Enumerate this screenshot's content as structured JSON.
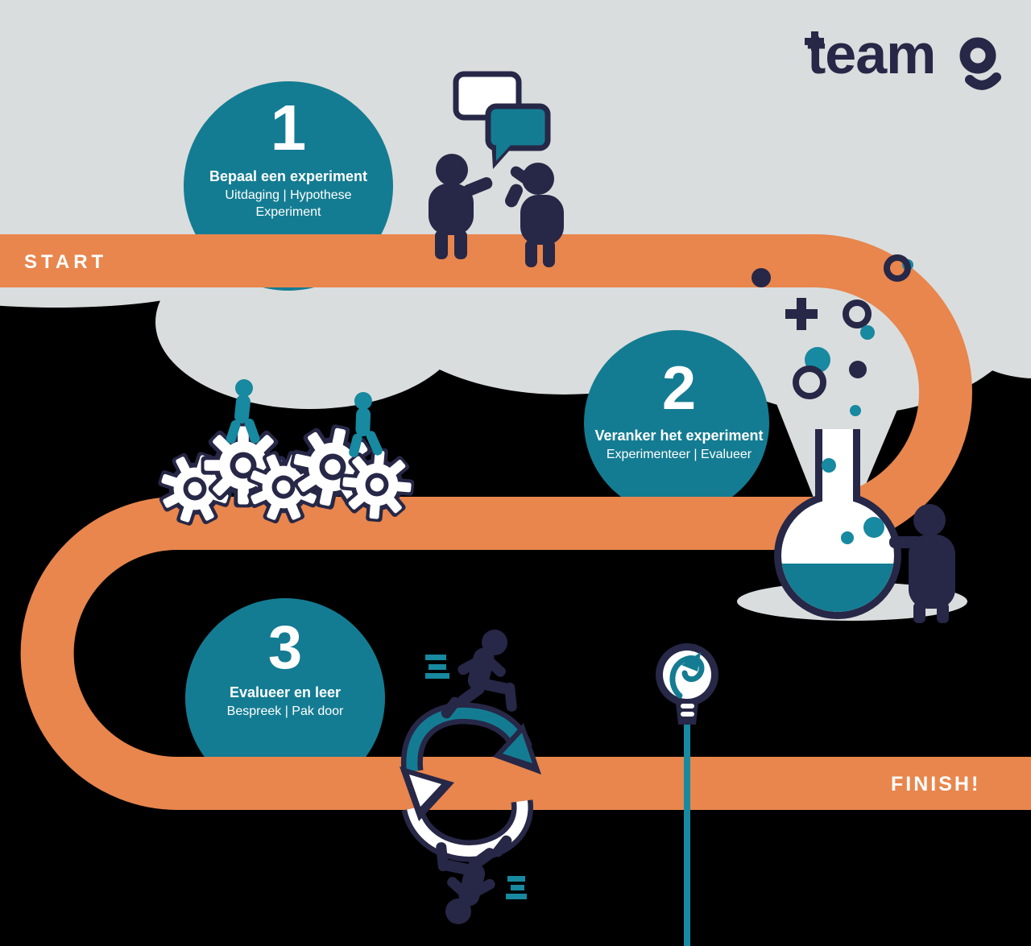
{
  "title": "teamQ experiment process infographic",
  "colors": {
    "orange": "#E8864D",
    "teal": "#147C92",
    "teal_bright": "#1789A0",
    "navy": "#272747",
    "gray": "#DADDDD",
    "black": "#000000",
    "white": "#FFFFFF"
  },
  "logo": {
    "brand": "teamQ",
    "text": "team"
  },
  "path": {
    "start_label": "START",
    "finish_label": "FINISH!"
  },
  "steps": [
    {
      "number": "1",
      "title": "Bepaal een experiment",
      "subtitle_lines": [
        "Uitdaging | Hypothese",
        "Experiment"
      ]
    },
    {
      "number": "2",
      "title": "Veranker het experiment",
      "subtitle_lines": [
        "Experimenteer | Evalueer"
      ]
    },
    {
      "number": "3",
      "title": "Evalueer en leer",
      "subtitle_lines": [
        "Bespreek | Pak door"
      ]
    }
  ],
  "icons": [
    "speech-bubbles-icon",
    "talking-figures-icon",
    "gears-icon",
    "walking-figures-icon",
    "chemistry-flask-icon",
    "scientist-figure-icon",
    "bubbles-icon",
    "plus-icon",
    "running-figure-icon",
    "cycle-arrows-icon",
    "lightbulb-idea-icon"
  ]
}
